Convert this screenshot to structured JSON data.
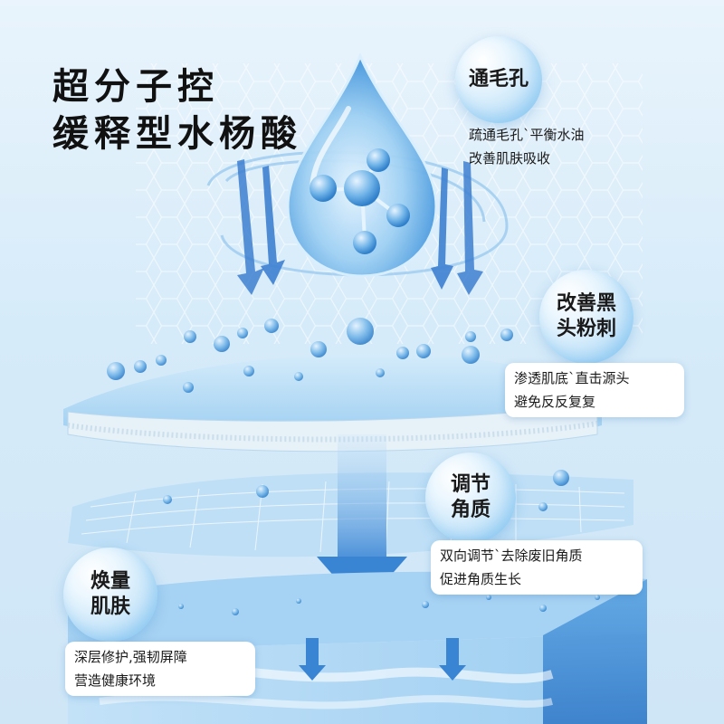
{
  "headline": {
    "line1": "超分子控",
    "line2": "缓释型水杨酸"
  },
  "features": [
    {
      "title_lines": [
        "通毛孔"
      ],
      "desc_lines": [
        "疏通毛孔`平衡水油",
        "改善肌肤吸收"
      ]
    },
    {
      "title_lines": [
        "改善黑",
        "头粉刺"
      ],
      "desc_lines": [
        "渗透肌底`直击源头",
        "避免反反复复"
      ]
    },
    {
      "title_lines": [
        "调节",
        "角质"
      ],
      "desc_lines": [
        "双向调节`去除废旧角质",
        "促进角质生长"
      ]
    },
    {
      "title_lines": [
        "焕量",
        "肌肤"
      ],
      "desc_lines": [
        "深层修护,强韧屏障",
        "营造健康环境"
      ]
    }
  ],
  "colors": {
    "accent_blue": "#2f86d6",
    "droplet_blue": "#5aa9e6",
    "layer_blue": "#8cc4ee",
    "deep_blue": "#3b7fd0"
  },
  "icons": [
    "water-drop-molecule-icon",
    "down-arrow-icon",
    "swirl-icon",
    "hexagon-pattern"
  ]
}
